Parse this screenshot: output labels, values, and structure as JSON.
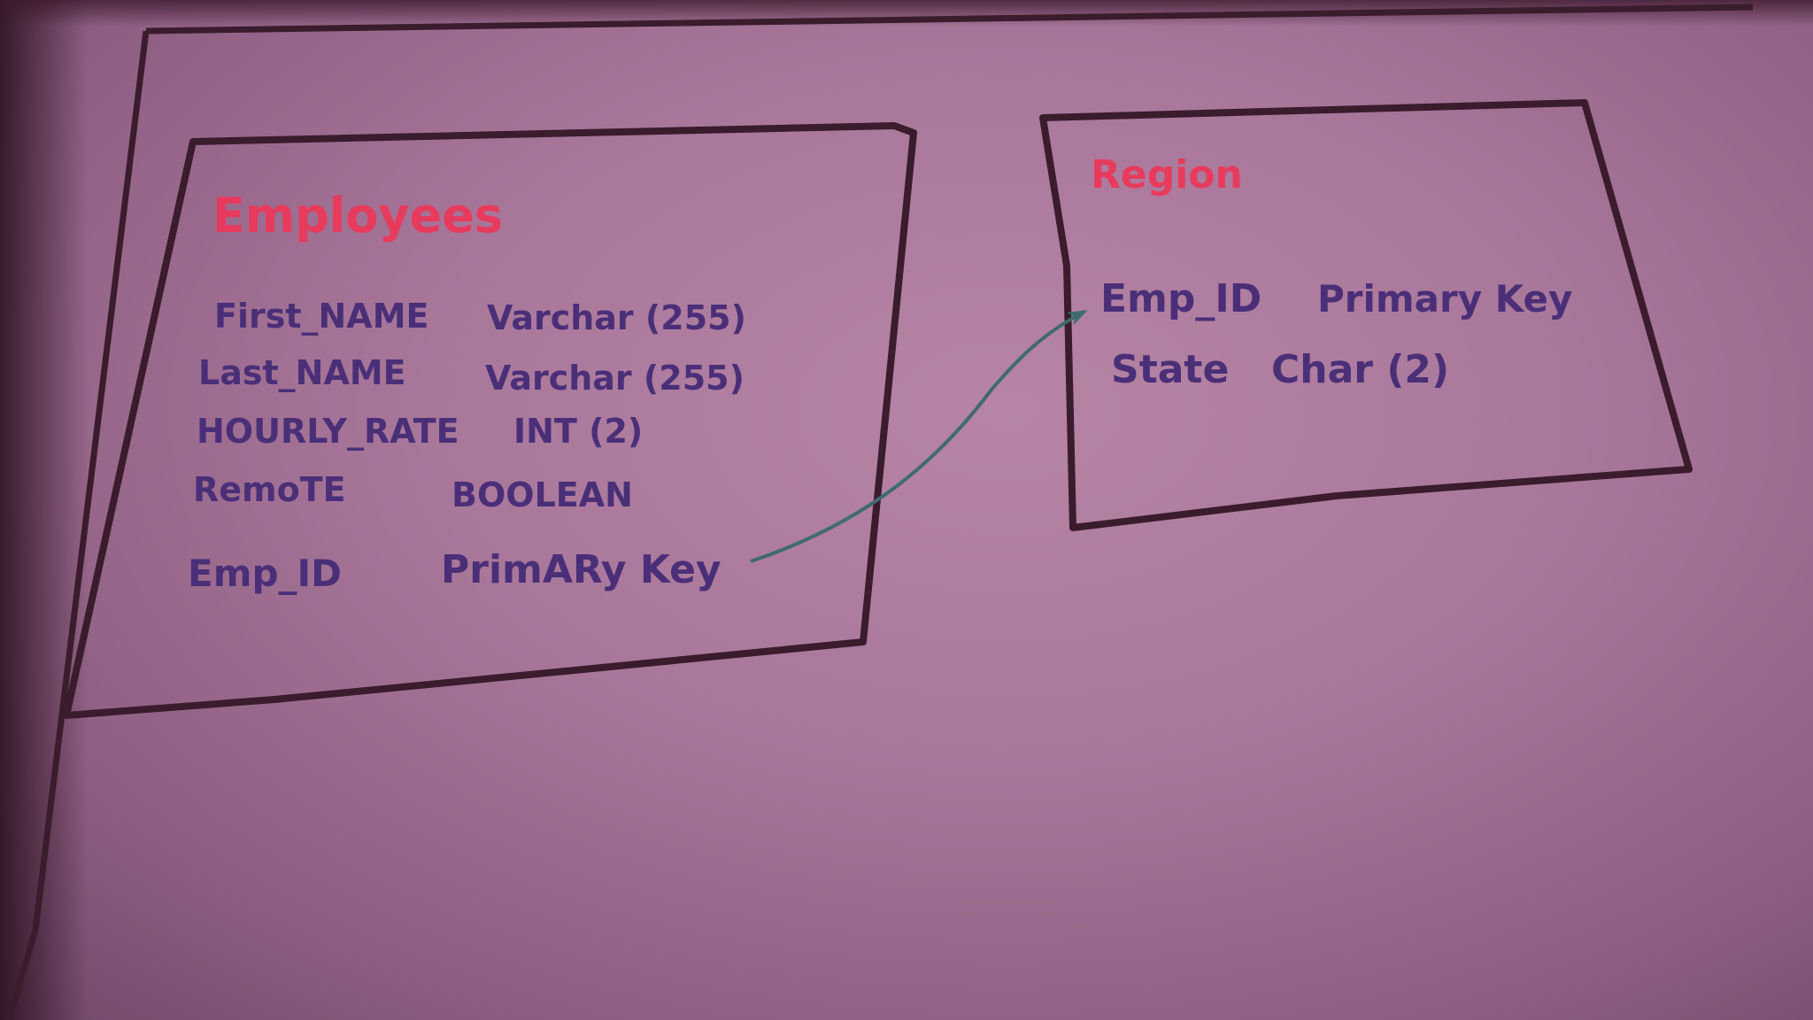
{
  "tables": [
    {
      "name": "Employees",
      "fields": [
        {
          "name": "First_NAME",
          "type": "Varchar (255)"
        },
        {
          "name": "Last_NAME",
          "type": "Varchar (255)"
        },
        {
          "name": "HOURLY_RATE",
          "type": "INT (2)"
        },
        {
          "name": "RemoTE",
          "type": "BOOLEAN"
        },
        {
          "name": "Emp_ID",
          "type": "PrimARy Key"
        }
      ]
    },
    {
      "name": "Region",
      "fields": [
        {
          "name": "Emp_ID",
          "type": "Primary Key"
        },
        {
          "name": "State",
          "type": "Char (2)"
        }
      ]
    }
  ],
  "relationship": {
    "from": "Employees.Emp_ID",
    "to": "Region.Emp_ID"
  },
  "colors": {
    "table_title": "#e83a5c",
    "field_text": "#4a2f78",
    "box_stroke": "#3a1c2c",
    "arrow": "#3f6b6e",
    "paper": "#a8779a"
  }
}
